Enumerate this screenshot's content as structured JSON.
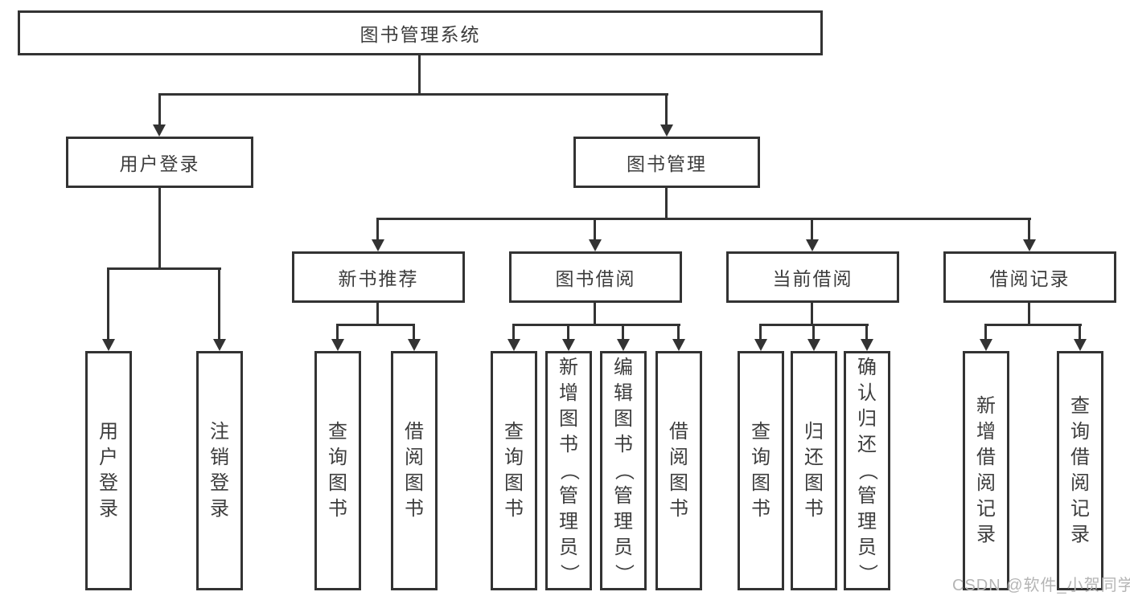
{
  "diagram": {
    "root": {
      "label": "图书管理系统",
      "children": [
        {
          "label": "用户登录",
          "children": [
            {
              "label": "用户登录"
            },
            {
              "label": "注销登录"
            }
          ]
        },
        {
          "label": "图书管理",
          "children": [
            {
              "label": "新书推荐",
              "children": [
                {
                  "label": "查询图书"
                },
                {
                  "label": "借阅图书"
                }
              ]
            },
            {
              "label": "图书借阅",
              "children": [
                {
                  "label": "查询图书"
                },
                {
                  "label": "新增图书（管理员）"
                },
                {
                  "label": "编辑图书（管理员）"
                },
                {
                  "label": "借阅图书"
                }
              ]
            },
            {
              "label": "当前借阅",
              "children": [
                {
                  "label": "查询图书"
                },
                {
                  "label": "归还图书"
                },
                {
                  "label": "确认归还（管理员）"
                }
              ]
            },
            {
              "label": "借阅记录",
              "children": [
                {
                  "label": "新增借阅记录"
                },
                {
                  "label": "查询借阅记录"
                }
              ]
            }
          ]
        }
      ]
    },
    "watermark": "CSDN @软件_小贺同学",
    "colors": {
      "line": "#333333",
      "text": "#3d3d3d",
      "watermark": "#b5b5b5"
    }
  }
}
